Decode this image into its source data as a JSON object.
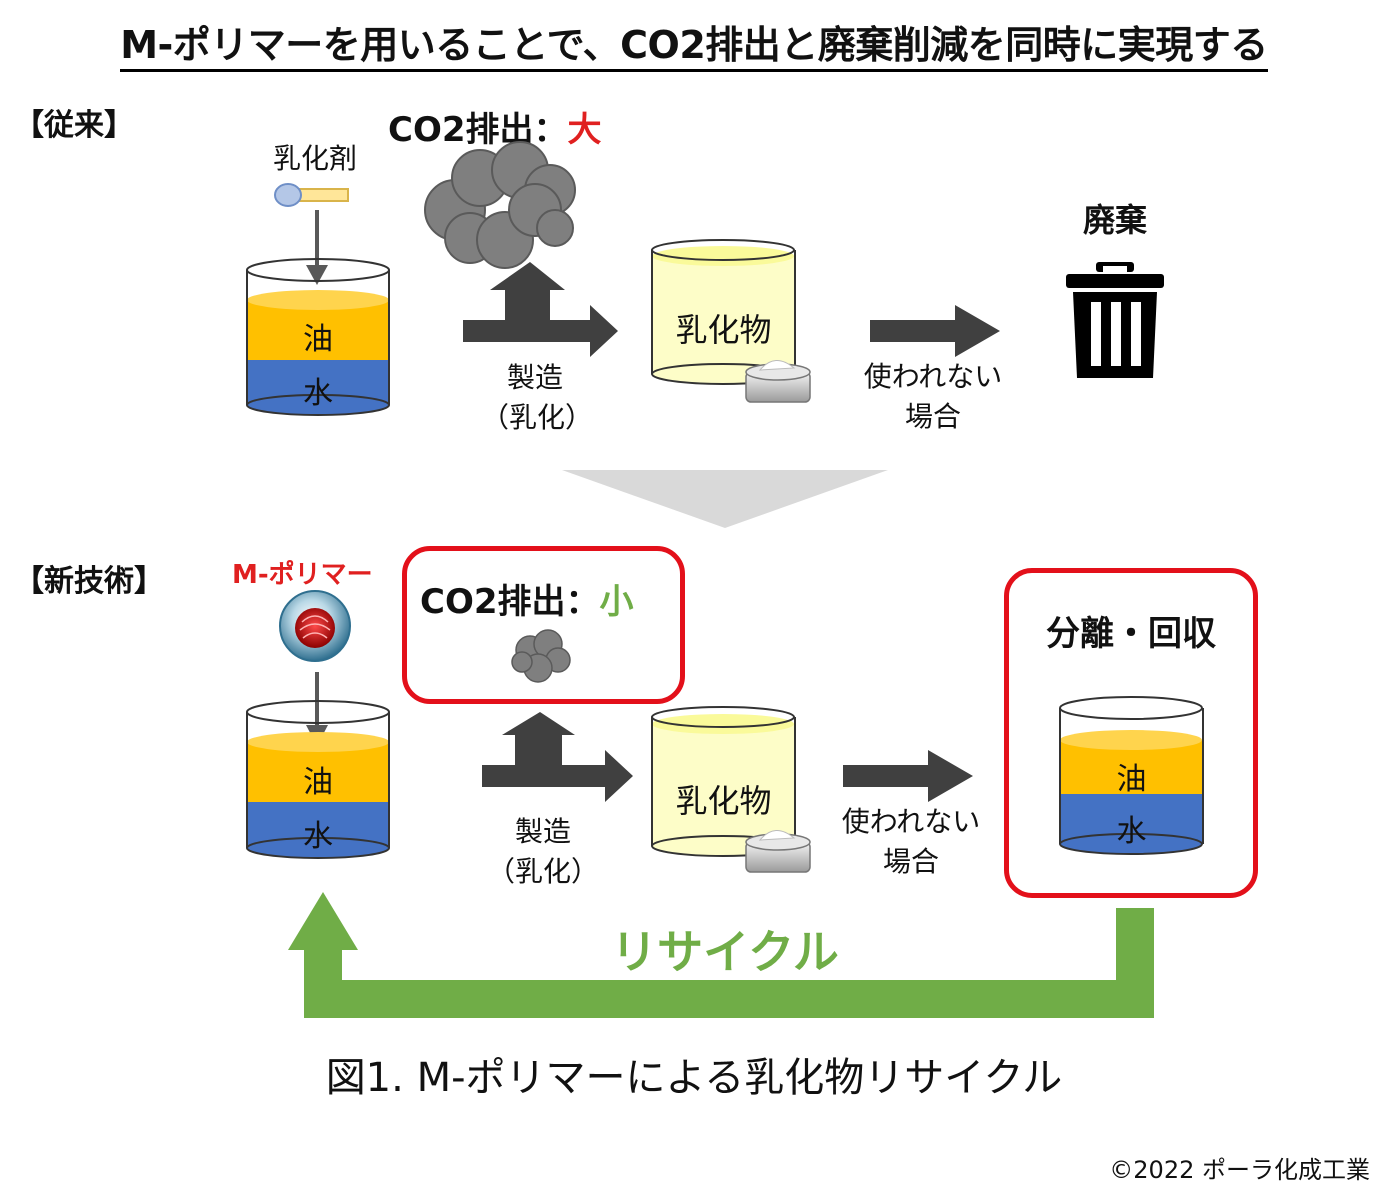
{
  "title": "M-ポリマーを用いることで、CO2排出と廃棄削減を同時に実現する",
  "conventional": {
    "label": "【従来】",
    "emulsifier_label": "乳化剤",
    "co2": {
      "prefix": "CO2排出：",
      "level": "大"
    },
    "oil_label": "油",
    "water_label": "水",
    "process_label_1": "製造",
    "process_label_2": "（乳化）",
    "emulsion_label": "乳化物",
    "unused_label_1": "使われない",
    "unused_label_2": "場合",
    "disposal_label": "廃棄"
  },
  "new_tech": {
    "label": "【新技術】",
    "polymer_label": "M-ポリマー",
    "co2": {
      "prefix": "CO2排出：",
      "level": "小"
    },
    "oil_label": "油",
    "water_label": "水",
    "process_label_1": "製造",
    "process_label_2": "（乳化）",
    "emulsion_label": "乳化物",
    "unused_label_1": "使われない",
    "unused_label_2": "場合",
    "separation_label": "分離・回収",
    "sep_oil_label": "油",
    "sep_water_label": "水",
    "recycle_label": "リサイクル"
  },
  "caption": "図1. M-ポリマーによる乳化物リサイクル",
  "copyright": "©2022 ポーラ化成工業",
  "colors": {
    "oil": "#ffc000",
    "water": "#4472c4",
    "emulsion": "#fdfdc8",
    "arrow_dark": "#404040",
    "highlight_red": "#e3101a",
    "recycle_green": "#70ad47",
    "co2_large_red": "#e02020",
    "smoke": "#7f7f7f",
    "divider_triangle": "#d9d9d9"
  },
  "icons": [
    "spoon-icon",
    "smoke-cloud-icon",
    "cream-jar-icon",
    "trash-can-icon",
    "polymer-sphere-icon",
    "down-arrow-icon",
    "right-arrow-icon",
    "recycle-arrow-icon"
  ]
}
